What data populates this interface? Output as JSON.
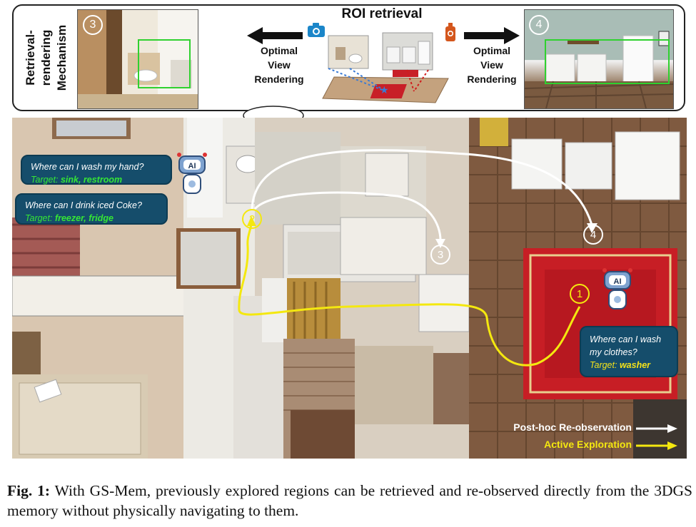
{
  "top": {
    "side_label": [
      "Retrieval-",
      "rendering",
      "Mechanism"
    ],
    "roi_title": "ROI retrieval",
    "left_arrow_label": [
      "Optimal",
      "View",
      "Rendering"
    ],
    "right_arrow_label": [
      "Optimal",
      "View",
      "Rendering"
    ],
    "badge_left": "3",
    "badge_right": "4"
  },
  "floorplan": {
    "bubble1": {
      "question": "Where can I wash my hand?",
      "target_prefix": "Target: ",
      "target": "sink, restroom"
    },
    "bubble2": {
      "question": "Where can I drink iced Coke?",
      "target_prefix": "Target: ",
      "target": "freezer, fridge"
    },
    "bubble3": {
      "question_line1": "Where can I wash",
      "question_line2": "my clothes?",
      "target_prefix": "Target: ",
      "target": "washer"
    },
    "robot_label": "AI",
    "waypoints": {
      "wp1": "1",
      "wp2": "2",
      "wp3": "3",
      "wp4": "4"
    },
    "legend": {
      "reobservation": "Post-hoc Re-observation",
      "exploration": "Active Exploration"
    },
    "colors": {
      "reobservation": "#ffffff",
      "exploration": "#f4e80f",
      "bubble": "#154d6b",
      "target_green": "#35e635"
    }
  },
  "caption": {
    "label": "Fig. 1:",
    "text": "With GS-Mem, previously explored regions can be retrieved and re-observed directly from the 3DGS memory without physically navigating to them."
  }
}
